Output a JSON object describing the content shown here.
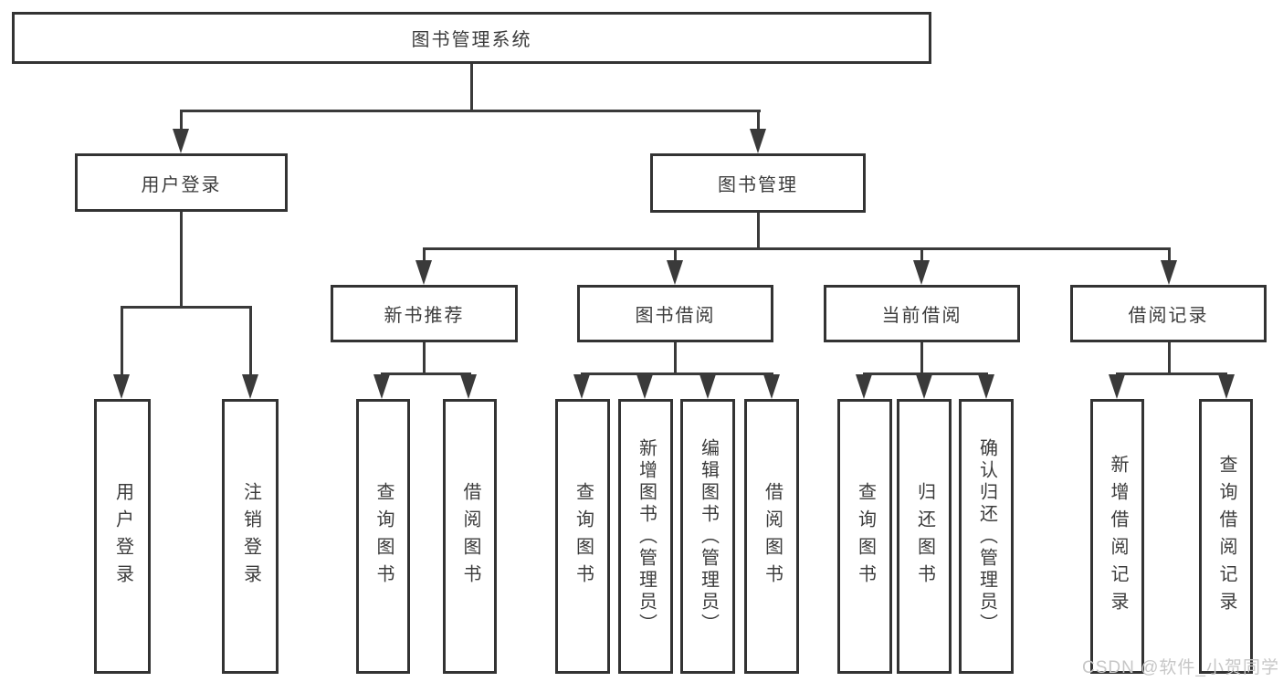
{
  "diagram": {
    "root": {
      "label": "图书管理系统"
    },
    "branches": [
      {
        "label": "用户登录",
        "children": [
          {
            "label": "用户登录"
          },
          {
            "label": "注销登录"
          }
        ]
      },
      {
        "label": "图书管理",
        "children": [
          {
            "label": "新书推荐",
            "children": [
              {
                "label": "查询图书"
              },
              {
                "label": "借阅图书"
              }
            ]
          },
          {
            "label": "图书借阅",
            "children": [
              {
                "label": "查询图书"
              },
              {
                "label": "新增图书（管理员）"
              },
              {
                "label": "编辑图书（管理员）"
              },
              {
                "label": "借阅图书"
              }
            ]
          },
          {
            "label": "当前借阅",
            "children": [
              {
                "label": "查询图书"
              },
              {
                "label": "归还图书"
              },
              {
                "label": "确认归还（管理员）"
              }
            ]
          },
          {
            "label": "借阅记录",
            "children": [
              {
                "label": "新增借阅记录"
              },
              {
                "label": "查询借阅记录"
              }
            ]
          }
        ]
      }
    ]
  },
  "watermark": {
    "text": "CSDN @软件_小贺同学"
  },
  "colors": {
    "line": "#3a3a3a",
    "border": "#333333",
    "text": "#3c3c3c",
    "background": "#ffffff",
    "watermark": "#c7c7c7"
  }
}
